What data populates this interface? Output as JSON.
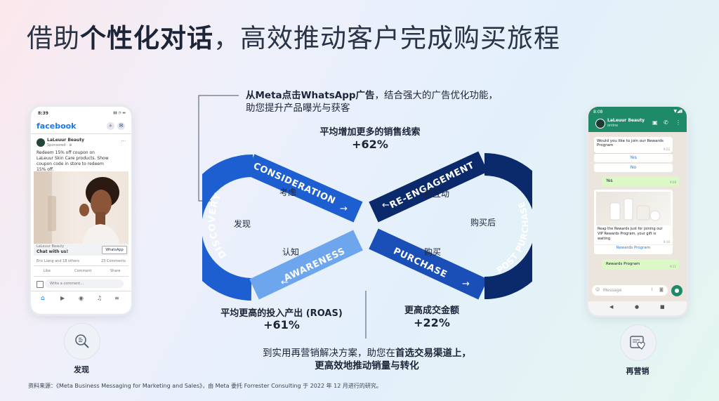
{
  "title": {
    "part1": "借助",
    "bold": "个性化对话",
    "part2": "，高效推动客户完成购买旅程"
  },
  "annotations": {
    "top_line1_bold": "从Meta点击WhatsApp广告",
    "top_line1_rest": "，结合强大的广告优化功能，",
    "top_line2": "助您提升产品曝光与获客",
    "bottom_line1_pre": "到实用再营销解决方案，助您在",
    "bottom_line1_bold": "首选交易渠道上，",
    "bottom_line2": "更高效地推动销量与转化"
  },
  "stats": {
    "leads_label": "平均增加更多的销售线索",
    "leads_value": "+62%",
    "roas_label": "平均更高的投入产出 (ROAS)",
    "roas_value": "+61%",
    "deal_label": "更高成交金额",
    "deal_value": "+22%"
  },
  "loop": {
    "discovery": "DISCOVERY",
    "consideration": "CONSIDERATION",
    "awareness": "AWARENESS",
    "reengagement": "RE-ENGAGEMENT",
    "purchase": "PURCHASE",
    "post_purchase": "POST PURCHASE",
    "cn_discovery": "发现",
    "cn_consider": "考虑",
    "cn_aware": "认知",
    "cn_reengage": "再互动",
    "cn_purchase": "购买",
    "cn_post": "购买后"
  },
  "icons": {
    "left_label": "发现",
    "right_label": "再营销"
  },
  "footer": "资料来源：《Meta Business Messaging for Marketing and Sales》，由 Meta 委托 Forrester Consulting 于 2022 年 12 月进行的研究。",
  "fb_phone": {
    "time": "8:39",
    "brand": "facebook",
    "page_name": "LaLeuur Beauty",
    "sponsored": "Sponsored · ⊕",
    "ad_text": "Redeem 15% off coupon on LaLeuur Skin Care products. Show coupon code in store to redeem 15% off.",
    "cta_page": "LaLeuur Beauty",
    "cta_text": "Chat with us!",
    "cta_button": "WhatsApp",
    "reactions": "Eric Liang and 18 others",
    "comments": "23 Comments",
    "like": "Like",
    "comment": "Comment",
    "share": "Share",
    "comment_placeholder": "Write a comment..."
  },
  "wa_phone": {
    "time": "8:08",
    "contact": "LaLeuur Beauty",
    "status": "online",
    "msg1": "Would you like to join our Rewards Program",
    "msg1_time": "9:22",
    "opt_yes": "Yes",
    "opt_no": "No",
    "reply1": "Yes",
    "reply1_time": "9:08",
    "msg2": "Reap the Rewards just for joining our VIP Rewards Program, your gift is waiting",
    "msg2_time": "9:10",
    "msg2_link": "Rewards Program",
    "reply2": "Rewards Program",
    "reply2_time": "9:11",
    "input_placeholder": "Message"
  },
  "colors": {
    "dark_navy": "#0b2a6b",
    "mid_blue": "#1d5fd0",
    "light_blue": "#4c8ce6",
    "pale_blue": "#6ea6ee",
    "wa_green": "#1f8a67"
  }
}
